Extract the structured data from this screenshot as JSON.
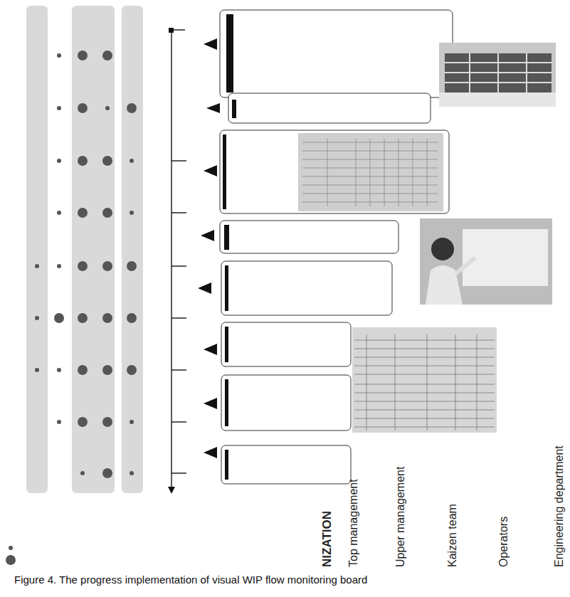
{
  "diagram": {
    "caption": "Figure 4. The progress implementation of visual WIP flow monitoring board",
    "labels": [
      "NIZATION",
      "Top management",
      "Upper management",
      "Kaizen team",
      "Operators",
      "Engineering department"
    ]
  }
}
